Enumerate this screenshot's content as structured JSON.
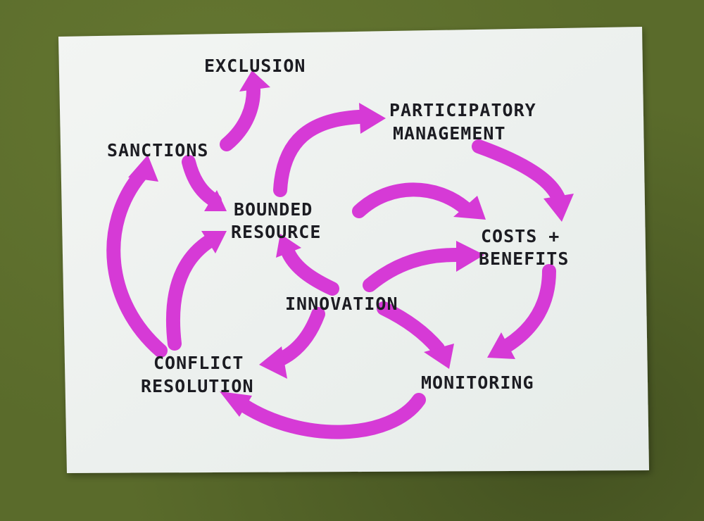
{
  "colors": {
    "background": "#5a6b2b",
    "paper": "#eef2ef",
    "arrow": "#d63ad6",
    "ink": "#1c1c22"
  },
  "nodes": {
    "exclusion": {
      "label": "EXCLUSION"
    },
    "sanctions": {
      "label": "SANCTIONS"
    },
    "participatory_management": {
      "lines": [
        "PARTICIPATORY",
        "MANAGEMENT"
      ]
    },
    "bounded_resource": {
      "lines": [
        "BOUNDED",
        "RESOURCE"
      ]
    },
    "costs_benefits": {
      "lines": [
        "COSTS +",
        "BENEFITS"
      ]
    },
    "innovation": {
      "label": "INNOVATION"
    },
    "conflict_resolution": {
      "lines": [
        "CONFLICT",
        "RESOLUTION"
      ]
    },
    "monitoring": {
      "label": "MONITORING"
    }
  },
  "edges": [
    {
      "from": "sanctions",
      "to": "exclusion"
    },
    {
      "from": "sanctions",
      "to": "bounded_resource"
    },
    {
      "from": "bounded_resource",
      "to": "participatory_management"
    },
    {
      "from": "participatory_management",
      "to": "costs_benefits"
    },
    {
      "from": "bounded_resource",
      "to": "costs_benefits"
    },
    {
      "from": "innovation",
      "to": "costs_benefits"
    },
    {
      "from": "innovation",
      "to": "bounded_resource"
    },
    {
      "from": "innovation",
      "to": "conflict_resolution"
    },
    {
      "from": "innovation",
      "to": "monitoring"
    },
    {
      "from": "costs_benefits",
      "to": "monitoring"
    },
    {
      "from": "monitoring",
      "to": "conflict_resolution"
    },
    {
      "from": "conflict_resolution",
      "to": "bounded_resource"
    },
    {
      "from": "conflict_resolution",
      "to": "sanctions"
    }
  ]
}
